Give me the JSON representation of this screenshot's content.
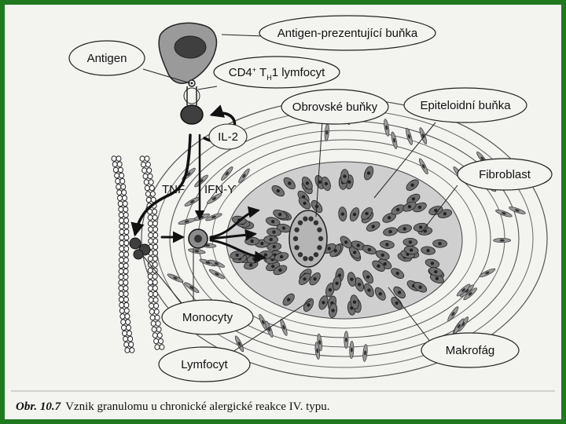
{
  "labels": {
    "apc": "Antigen-prezentující buňka",
    "antigen": "Antigen",
    "cd4_prefix": "CD4",
    "cd4_sup": "+",
    "cd4_t": "T",
    "cd4_h": "H",
    "cd4_rest": "1 lymfocyt",
    "il2": "IL-2",
    "tnf": "TNF",
    "ifn": "IFN-ϒ",
    "giant": "Obrovské buňky",
    "epithelioid": "Epiteloidní buňka",
    "fibroblast": "Fibroblast",
    "monocytes": "Monocyty",
    "lymphocyte": "Lymfocyt",
    "macrophage": "Makrofág"
  },
  "caption": {
    "ref": "Obr. 10.7",
    "text": "Vznik granulomu u chronické alergické reakce IV. typu."
  },
  "colors": {
    "frame": "#1f7a1f",
    "ink": "#111111",
    "cell_fill": "#8c8c8c",
    "dark_fill": "#3f3f3f"
  }
}
